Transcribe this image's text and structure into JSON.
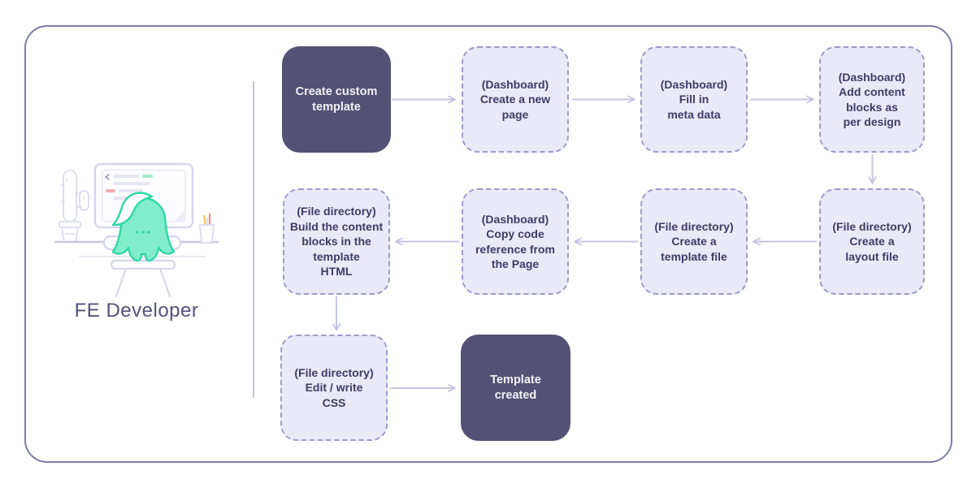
{
  "actor": {
    "label": "FE Developer",
    "illustration": "developer-mascot-at-desk"
  },
  "palette": {
    "frame_border": "#7d7dab",
    "divider": "#c3c3dc",
    "solid_box_bg": "#535274",
    "solid_box_text": "#f1f1f6",
    "dashed_box_bg": "#e9e9f7",
    "dashed_box_border": "#9c9bcb",
    "dashed_box_text": "#3d3d66",
    "arrow": "#c5c5e3",
    "mascot_fill": "#82edcb",
    "mascot_stroke": "#2dd9a5",
    "illustration_line": "#d8d8ec",
    "code_green": "#a2eac6",
    "code_red": "#f6abb4",
    "pen_yellow": "#f0c84f",
    "pen_red": "#f58a8a"
  },
  "flow": {
    "boxes": [
      {
        "id": "create-custom-template",
        "type": "solid",
        "label": "Create custom\ntemplate"
      },
      {
        "id": "create-new-page",
        "type": "dashed",
        "label": "(Dashboard)\nCreate a new\npage"
      },
      {
        "id": "fill-in-meta-data",
        "type": "dashed",
        "label": "(Dashboard)\nFill in\nmeta data"
      },
      {
        "id": "add-content-blocks",
        "type": "dashed",
        "label": "(Dashboard)\nAdd content\nblocks as\nper design"
      },
      {
        "id": "build-content-blocks",
        "type": "dashed",
        "label": "(File directory)\nBuild the content\nblocks in the\ntemplate\nHTML"
      },
      {
        "id": "copy-code-reference",
        "type": "dashed",
        "label": "(Dashboard)\nCopy code\nreference from\nthe Page"
      },
      {
        "id": "create-template-file",
        "type": "dashed",
        "label": "(File directory)\nCreate a\ntemplate file"
      },
      {
        "id": "create-layout-file",
        "type": "dashed",
        "label": "(File directory)\nCreate a\nlayout file"
      },
      {
        "id": "edit-write-css",
        "type": "dashed",
        "label": "(File directory)\nEdit / write\nCSS"
      },
      {
        "id": "template-created",
        "type": "solid",
        "label": "Template\ncreated"
      }
    ],
    "connections": [
      {
        "from": "create-custom-template",
        "to": "create-new-page",
        "direction": "right"
      },
      {
        "from": "create-new-page",
        "to": "fill-in-meta-data",
        "direction": "right"
      },
      {
        "from": "fill-in-meta-data",
        "to": "add-content-blocks",
        "direction": "right"
      },
      {
        "from": "add-content-blocks",
        "to": "create-layout-file",
        "direction": "down"
      },
      {
        "from": "create-layout-file",
        "to": "create-template-file",
        "direction": "left"
      },
      {
        "from": "create-template-file",
        "to": "copy-code-reference",
        "direction": "left"
      },
      {
        "from": "copy-code-reference",
        "to": "build-content-blocks",
        "direction": "left"
      },
      {
        "from": "build-content-blocks",
        "to": "edit-write-css",
        "direction": "down"
      },
      {
        "from": "edit-write-css",
        "to": "template-created",
        "direction": "right"
      }
    ]
  }
}
